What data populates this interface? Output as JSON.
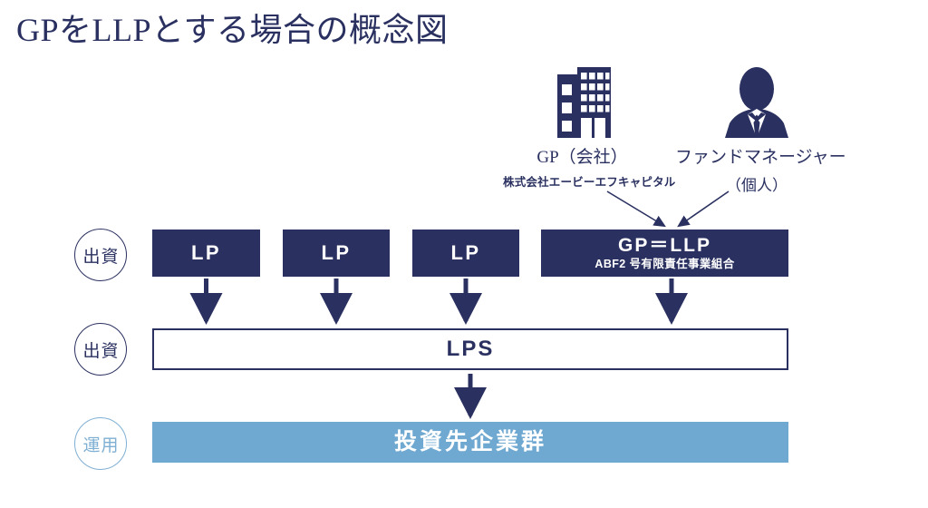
{
  "title": "GPをLLPとする場合の概念図",
  "colors": {
    "navy": "#2a3160",
    "light_blue": "#6fa8d0",
    "light_blue_outline": "#7fb0d4",
    "white": "#ffffff"
  },
  "entities": [
    {
      "icon": "office-building-icon",
      "label": "GP（会社）",
      "sublabel": "株式会社エービーエフキャピタル"
    },
    {
      "icon": "businessman-avatar-icon",
      "label": "ファンドマネージャー",
      "sublabel": "（個人）"
    }
  ],
  "stages": [
    {
      "label": "出資"
    },
    {
      "label": "出資"
    },
    {
      "label": "運用"
    }
  ],
  "investors": [
    {
      "label": "LP"
    },
    {
      "label": "LP"
    },
    {
      "label": "LP"
    }
  ],
  "gp_llp": {
    "title": "GP＝LLP",
    "sublabel": "ABF2 号有限責任事業組合"
  },
  "lps": {
    "label": "LPS"
  },
  "portfolio": {
    "label": "投資先企業群"
  }
}
